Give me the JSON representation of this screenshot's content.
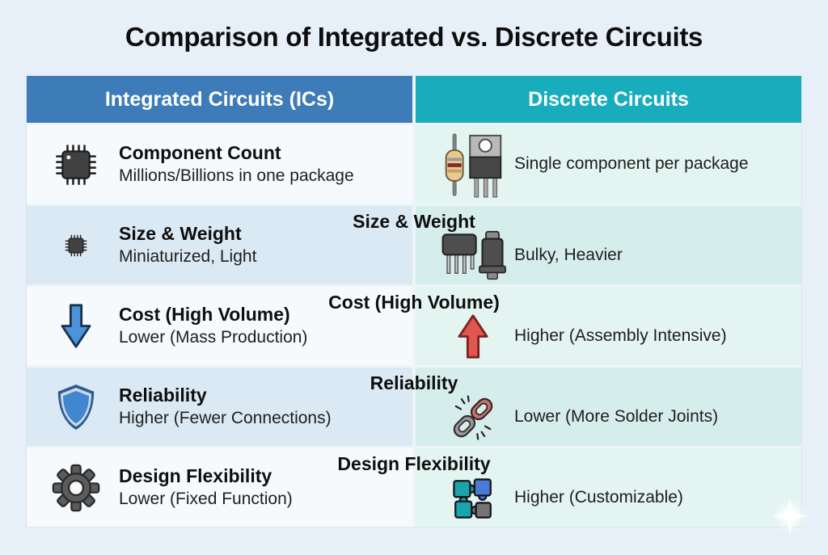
{
  "page": {
    "title": "Comparison of Integrated vs. Discrete Circuits"
  },
  "table": {
    "headers": [
      {
        "label": "Integrated Circuits (ICs)",
        "bg": "#3d7cb8"
      },
      {
        "label": "Discrete Circuits",
        "bg": "#17adbc"
      }
    ],
    "rows": [
      {
        "center_label": "",
        "left": {
          "title": "Component Count",
          "desc": "Millions/Billions in one package",
          "icon": "microchip-icon"
        },
        "right": {
          "desc": "Single component per package",
          "icon": "resistor-transistor-icon"
        }
      },
      {
        "center_label": "Size & Weight",
        "left": {
          "title": "Size & Weight",
          "desc": "Miniaturized, Light",
          "icon": "small-chip-icon"
        },
        "right": {
          "desc": "Bulky, Heavier",
          "icon": "bulky-components-icon"
        }
      },
      {
        "center_label": "Cost (High Volume)",
        "left": {
          "title": "Cost (High Volume)",
          "desc": "Lower (Mass Production)",
          "icon": "arrow-down-icon"
        },
        "right": {
          "desc": "Higher (Assembly Intensive)",
          "icon": "arrow-up-icon"
        }
      },
      {
        "center_label": "Reliability",
        "left": {
          "title": "Reliability",
          "desc": "Higher (Fewer Connections)",
          "icon": "shield-icon"
        },
        "right": {
          "desc": "Lower (More Solder Joints)",
          "icon": "broken-chain-icon"
        }
      },
      {
        "center_label": "Design Flexibility",
        "left": {
          "title": "Design Flexibility",
          "desc": "Lower (Fixed Function)",
          "icon": "gear-icon"
        },
        "right": {
          "desc": "Higher (Customizable)",
          "icon": "puzzle-icon"
        }
      }
    ]
  },
  "colors": {
    "background": "#e7f0f9",
    "header_blue": "#3d7cb8",
    "header_teal": "#17adbc",
    "ic_row_light": "#f7fafd",
    "ic_row_alt": "#dbe9f4",
    "dc_row_light": "#e3f4f1",
    "dc_row_alt": "#d6eeeb",
    "arrow_down_blue": "#4e93d9",
    "arrow_up_red": "#e0574f",
    "shield_blue": "#4187cf",
    "puzzle_teal": "#1ba3ac",
    "puzzle_blue": "#4b79d6",
    "puzzle_gray": "#747474"
  }
}
